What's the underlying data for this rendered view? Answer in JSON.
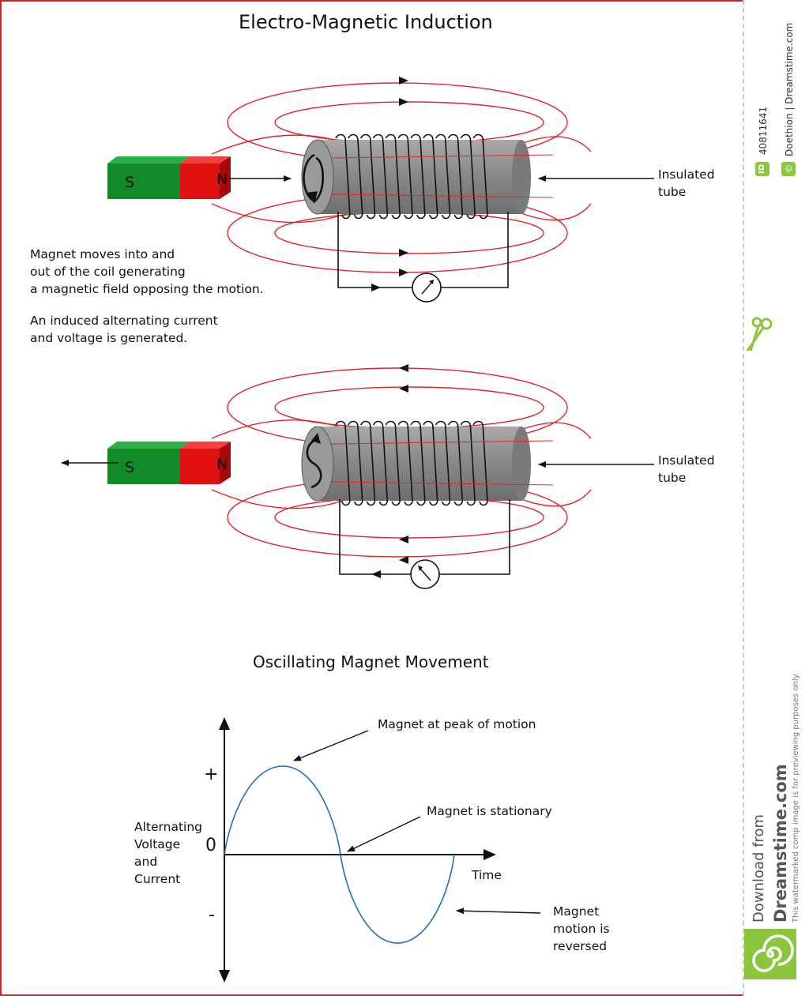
{
  "title": "Electro-Magnetic Induction",
  "top_diagram": {
    "magnet_s": "S",
    "magnet_n": "N",
    "tube_label_line1": "Insulated",
    "tube_label_line2": "tube"
  },
  "description": {
    "line1": "Magnet moves into and",
    "line2": "out of the coil generating",
    "line3": "a magnetic field opposing the motion.",
    "line4": "An induced alternating current",
    "line5": "and voltage is generated."
  },
  "bottom_diagram": {
    "magnet_s": "S",
    "magnet_n": "N",
    "tube_label_line1": "Insulated",
    "tube_label_line2": "tube"
  },
  "graph": {
    "title": "Oscillating Magnet Movement",
    "plus": "+",
    "zero": "0",
    "minus": "-",
    "y_label_line1": "Alternating",
    "y_label_line2": "Voltage",
    "y_label_line3": "and",
    "y_label_line4": "Current",
    "x_label": "Time",
    "annotation_peak": "Magnet at peak of motion",
    "annotation_stationary": "Magnet is stationary",
    "annotation_reversed_line1": "Magnet",
    "annotation_reversed_line2": "motion is",
    "annotation_reversed_line3": "reversed"
  },
  "watermark": {
    "id_badge": "ID",
    "id_number": "40811641",
    "copyright_badge": "©",
    "credit": "Doethion | Dreamstime.com",
    "download_line1": "Download from",
    "download_line2": "Dreamstime.com",
    "preview_note": "This watermarked comp image is for previewing purposes only."
  },
  "colors": {
    "field_lines": "#e3232a",
    "magnet_north": "#e01010",
    "magnet_south": "#128a28",
    "curve": "#1f6fc0",
    "tube": "#8c8c8c",
    "frame": "#d42020",
    "watermark_green": "#8cc63f"
  }
}
